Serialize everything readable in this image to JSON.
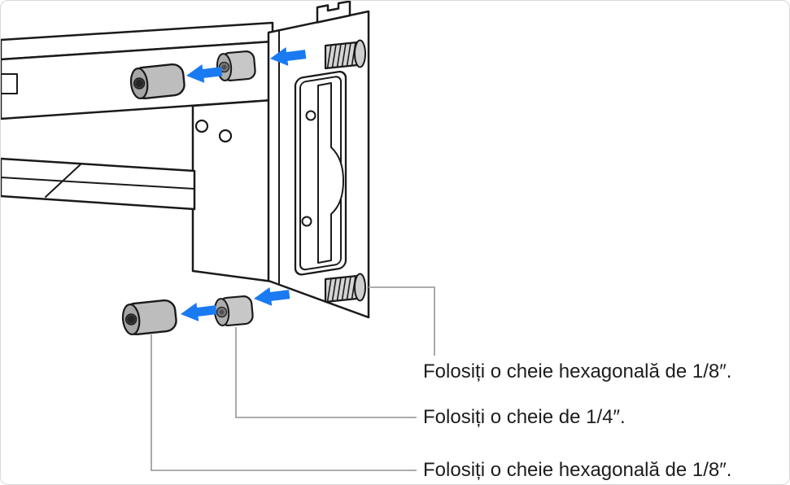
{
  "callouts": [
    {
      "label": "Folosiți o cheie hexagonală de 1/8″."
    },
    {
      "label": "Folosiți o cheie de 1/4″."
    },
    {
      "label": "Folosiți o cheie hexagonală de 1/8″."
    }
  ],
  "colors": {
    "arrow_blue": "#1a7af2",
    "outline": "#1a1a1a",
    "callout_line": "#a0a0a0",
    "metal_light": "#cccccc",
    "metal_mid": "#aaaaaa",
    "socket_dark": "#3f3f3f",
    "label_text": "#1d1d1f",
    "background": "#ffffff"
  }
}
